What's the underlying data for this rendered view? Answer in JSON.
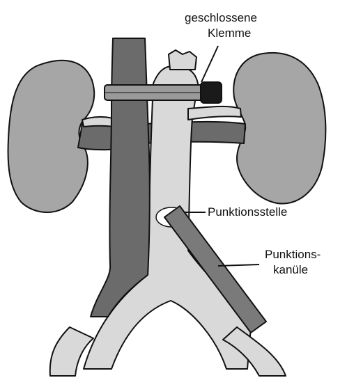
{
  "labels": {
    "clamp_line1": "geschlossene",
    "clamp_line2": "Klemme",
    "puncture_site": "Punktionsstelle",
    "cannula_line1": "Punktions-",
    "cannula_line2": "kanüle"
  },
  "colors": {
    "background": "#ffffff",
    "outline": "#111111",
    "kidney_fill": "#a6a6a6",
    "vena_cava_fill": "#6b6b6b",
    "aorta_fill": "#d9d9d9",
    "cannula_fill": "#7a7a7a",
    "clamp_bar": "#9a9a9a",
    "clamp_head": "#1a1a1a"
  }
}
